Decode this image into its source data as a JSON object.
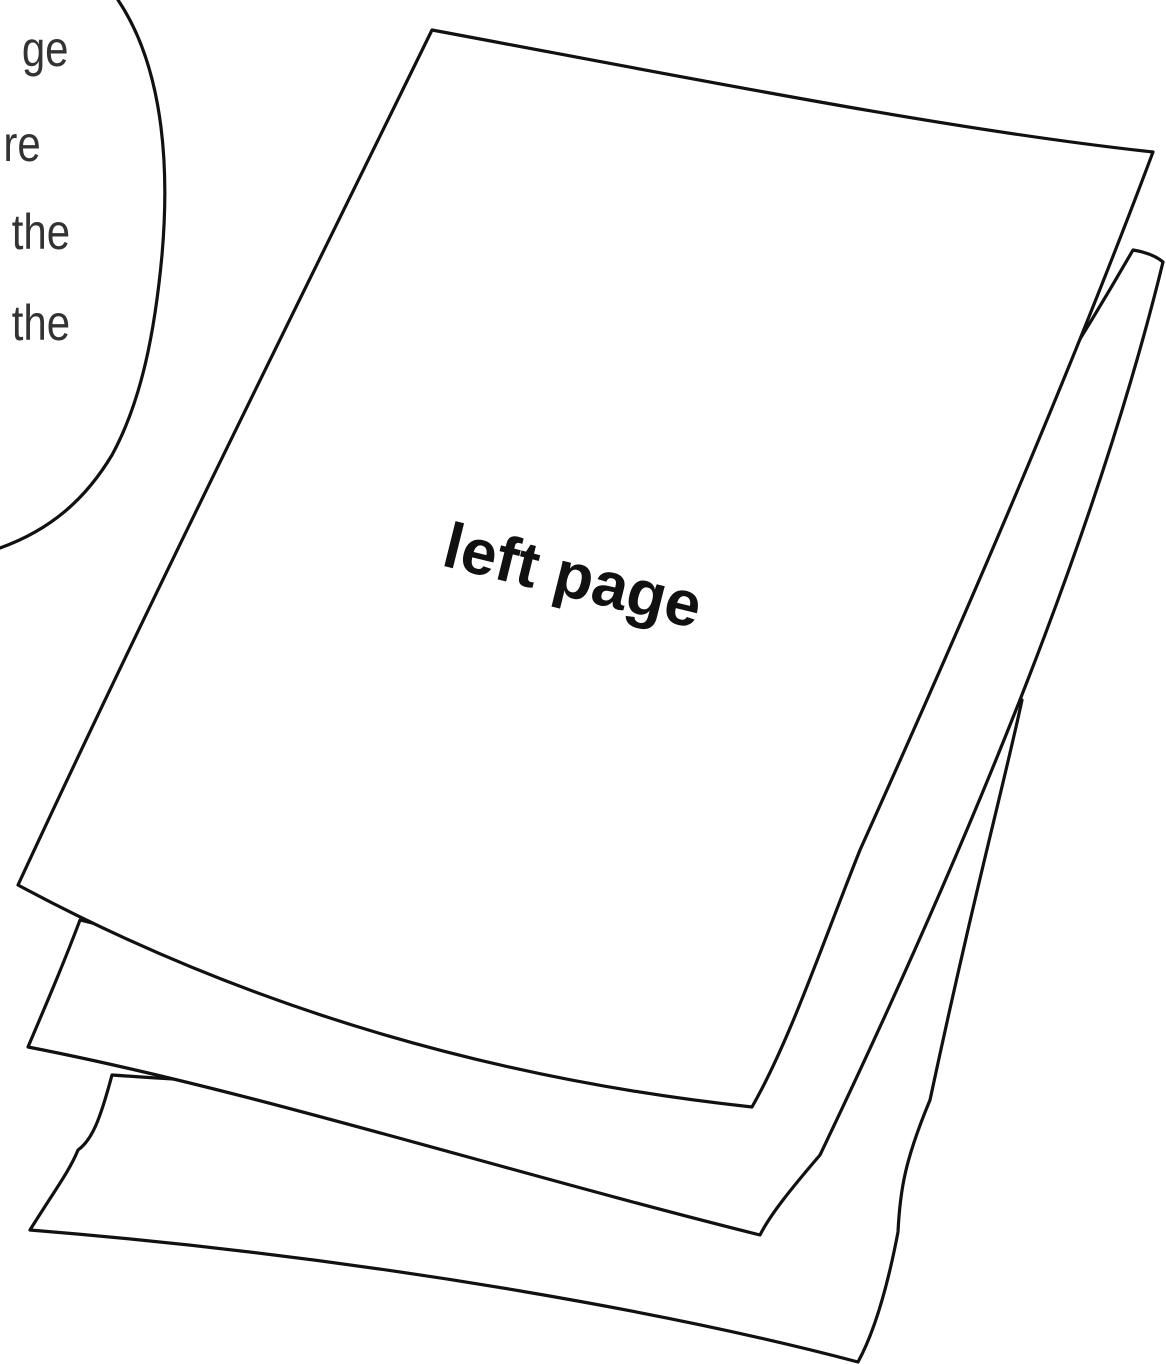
{
  "bubble": {
    "lines": [
      "ge",
      "re",
      "the",
      "the"
    ]
  },
  "pages": {
    "top_label": "left page"
  }
}
